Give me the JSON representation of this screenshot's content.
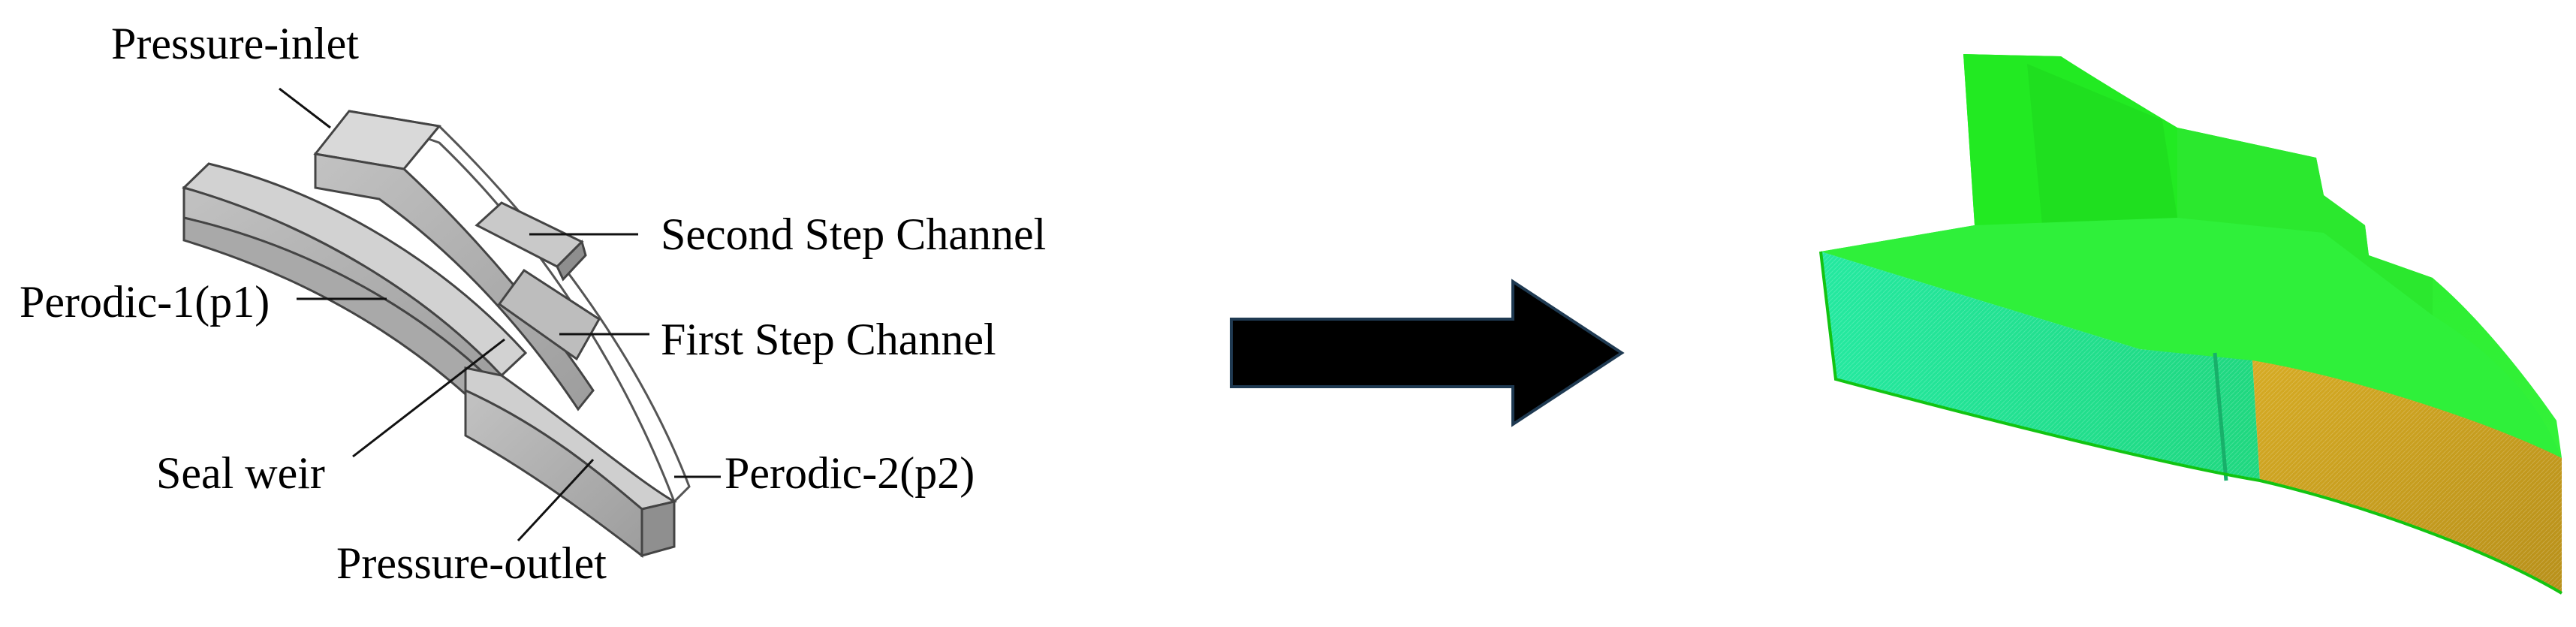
{
  "labels": {
    "pressure_inlet": "Pressure-inlet",
    "second_step_channel": "Second Step Channel",
    "first_step_channel": "First Step Channel",
    "perodic_1": "Perodic-1(p1)",
    "seal_weir": "Seal weir",
    "perodic_2": "Perodic-2(p2)",
    "pressure_outlet": "Pressure-outlet"
  },
  "colors": {
    "geometry_fill": "#b3b3b3",
    "geometry_fill_light": "#d8d8d8",
    "arrow": "#000000",
    "arrow_outline": "#1f3a52",
    "mesh_green": "#22ee22",
    "mesh_teal": "#22e88a",
    "mesh_gold": "#c9a21e"
  },
  "icons": {
    "flow_arrow": "right-arrow-icon"
  }
}
